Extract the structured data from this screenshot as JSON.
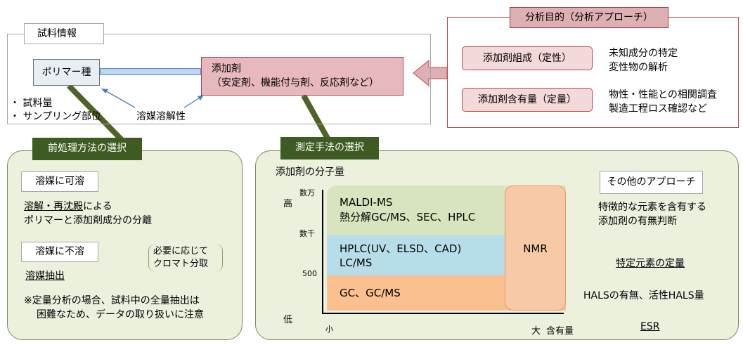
{
  "sample_info": {
    "title": "試料情報",
    "polymer_type": "ポリマー種",
    "additive_title": "添加剤",
    "additive_subtitle": "（安定剤、機能付与剤、反応剤など）",
    "bullets": [
      "・ 試料量",
      "・ サンプリング部位"
    ],
    "solvent_solubility": "溶媒溶解性"
  },
  "purpose": {
    "title": "分析目的（分析アプローチ）",
    "qualitative_label": "添加剤組成（定性）",
    "qualitative_desc": [
      "未知成分の特定",
      "変性物の解析"
    ],
    "quantitative_label": "添加剤含有量（定量）",
    "quantitative_desc": [
      "物性・性能との相関調査",
      "製造工程ロス確認など"
    ]
  },
  "pretreatment": {
    "tab": "前処理方法の選択",
    "soluble_label": "溶媒に可溶",
    "soluble_desc_underlined": "溶解・再沈殿",
    "soluble_desc_suffix": "による",
    "soluble_desc_line2": "ポリマーと添加剤成分の分離",
    "insoluble_label": "溶媒に不溶",
    "insoluble_desc": "溶媒抽出",
    "chromatography_note": [
      "必要に応じて",
      "クロマト分取"
    ],
    "quant_note": [
      "※定量分析の場合、試料中の全量抽出は",
      "困難なため、データの取り扱いに注意"
    ]
  },
  "measurement": {
    "tab": "測定手法の選択",
    "y_title": "添加剤の分子量",
    "y_ticks": [
      "数万",
      "数千",
      "500"
    ],
    "y_high": "高",
    "y_low": "低",
    "x_small": "小",
    "x_large": "大",
    "x_title": "含有量",
    "maldi_region": [
      "MALDI-MS",
      "熱分解GC/MS、SEC、HPLC"
    ],
    "hplc_region": [
      "HPLC(UV、ELSD、CAD)",
      "LC/MS"
    ],
    "gc_region": "GC、GC/MS",
    "nmr_region": "NMR",
    "other_approach": {
      "title": "その他のアプローチ",
      "desc": [
        "特徴的な元素を含有する",
        "添加剤の有無判断"
      ],
      "step1": "特定元素の定量",
      "step2": "HALSの有無、活性HALS量",
      "step3": "ESR"
    }
  },
  "colors": {
    "additive_box": "#e8b9bc",
    "section_tab": "#3e5c22",
    "panel_bg": "#ebf1dd",
    "maldi": "#d7e4bd",
    "hplc": "#b7dee8",
    "gc": "#fac090",
    "nmr": "#f8c9a6",
    "flow_arrow": "#4a7ebb"
  }
}
